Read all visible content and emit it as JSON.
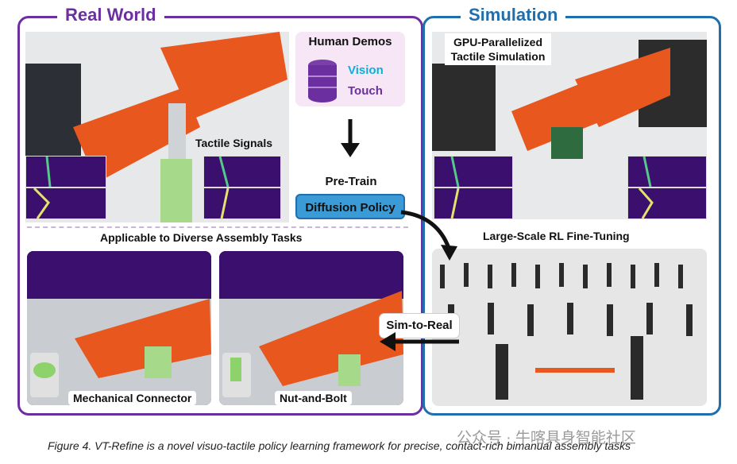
{
  "panels": {
    "real_world": "Real World",
    "simulation": "Simulation"
  },
  "real_world": {
    "tactile_signals": "Tactile Signals",
    "applicable": "Applicable to Diverse Assembly Tasks",
    "task_left": "Mechanical Connector",
    "task_right": "Nut-and-Bolt"
  },
  "human_demos": {
    "title": "Human Demos",
    "vision": "Vision",
    "touch": "Touch"
  },
  "pretrain": "Pre-Train",
  "diffusion_policy": "Diffusion Policy",
  "simulation": {
    "gpu_label_line1": "GPU-Parallelized",
    "gpu_label_line2": "Tactile Simulation",
    "rl": "Large-Scale RL Fine-Tuning"
  },
  "sim_to_real": "Sim-to-Real",
  "caption": "Figure 4. VT-Refine is a novel visuo-tactile policy learning framework for precise, contact-rich bimanual assembly tasks",
  "watermark": "公众号 · 牛喀具身智能社区",
  "colors": {
    "real_world": "#6b2fa0",
    "simulation": "#1f6fae",
    "diffusion": "#3a9bd6",
    "tactile_bg": "#3b0f6e"
  }
}
